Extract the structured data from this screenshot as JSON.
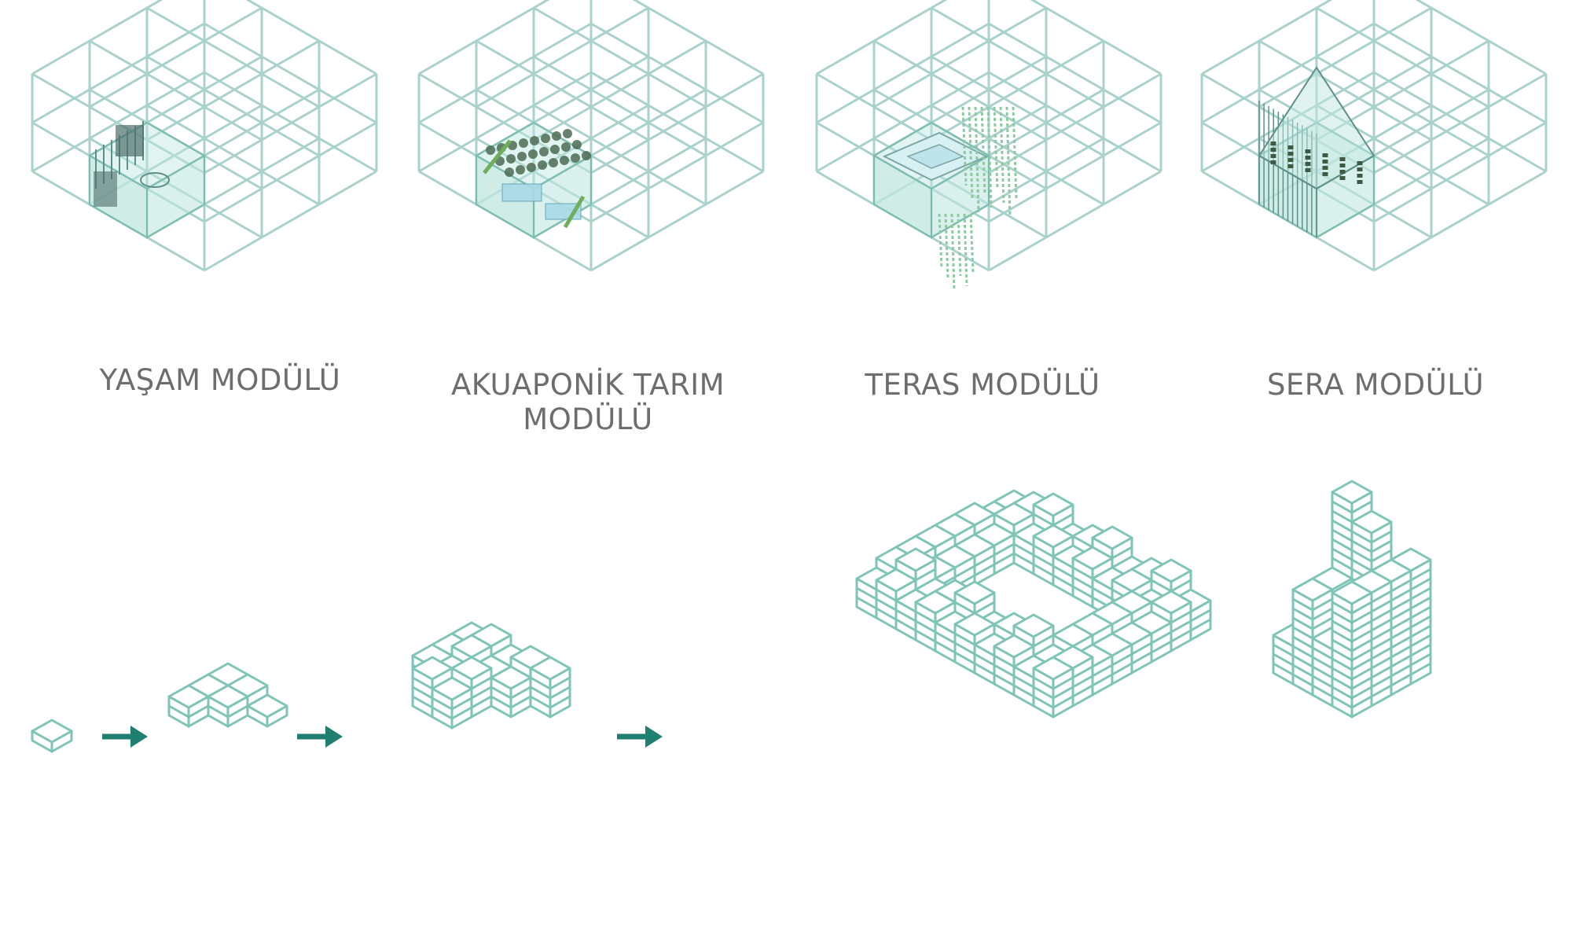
{
  "modules": [
    {
      "name": "YAŞAM MODÜLÜ",
      "lines": [
        "YAŞAM MODÜLÜ"
      ],
      "type": "living"
    },
    {
      "name": "AKUAPONİK TARIM MODÜLÜ",
      "lines": [
        "AKUAPONİK TARIM",
        "MODÜLÜ"
      ],
      "type": "aquaponic"
    },
    {
      "name": "TERAS MODÜLÜ",
      "lines": [
        "TERAS MODÜLÜ"
      ],
      "type": "terrace"
    },
    {
      "name": "SERA MODÜLÜ",
      "lines": [
        "SERA MODÜLÜ"
      ],
      "type": "greenhouse"
    }
  ],
  "growth_sequence": {
    "steps": [
      "single-module",
      "module-group",
      "module-cluster",
      "ring-block",
      "tower"
    ],
    "arrow_count": 3
  },
  "colors": {
    "frame_line": "#a9d2cc",
    "module_fill": "#bfe6df",
    "module_edge": "#7bbbb0",
    "stack_line": "#7ec4b7",
    "arrow": "#1f7f70",
    "label_text": "#6d6d6d",
    "foliage": "#8fc9a4"
  }
}
